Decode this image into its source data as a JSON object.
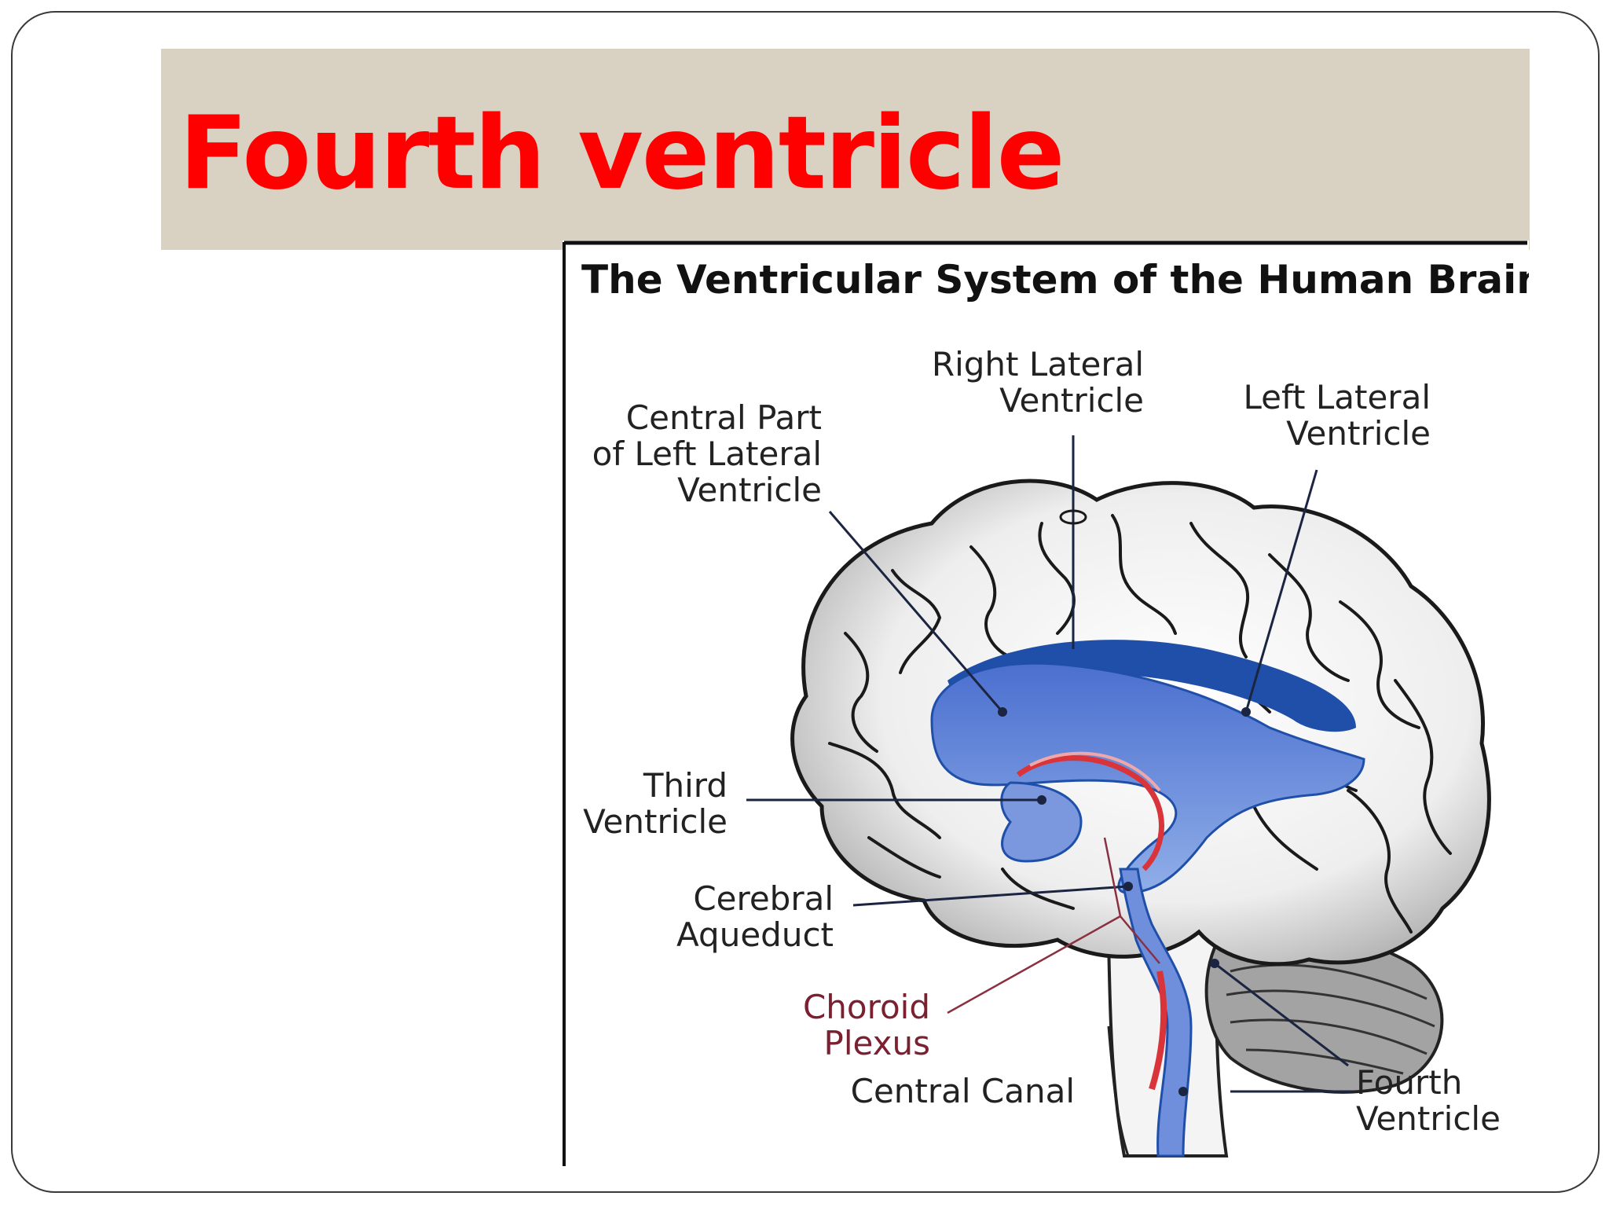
{
  "slide": {
    "title": "Fourth ventricle",
    "title_color": "#ff0000",
    "band_color": "#d9d1c2"
  },
  "diagram": {
    "title": "The Ventricular System of the Human Brain",
    "labels": {
      "central_part_1": "Central Part",
      "central_part_2": "of Left Lateral",
      "central_part_3": "Ventricle",
      "right_lateral_1": "Right Lateral",
      "right_lateral_2": "Ventricle",
      "left_lateral_1": "Left Lateral",
      "left_lateral_2": "Ventricle",
      "third_1": "Third",
      "third_2": "Ventricle",
      "aqueduct_1": "Cerebral",
      "aqueduct_2": "Aqueduct",
      "choroid_1": "Choroid",
      "choroid_2": "Plexus",
      "central_canal": "Central Canal",
      "fourth_1": "Fourth",
      "fourth_2": "Ventricle"
    },
    "colors": {
      "ventricle": "#6f8fdc",
      "ventricle_dark": "#1f4fa8",
      "choroid": "#d8343a",
      "brain": "#efefef",
      "cerebellum": "#9a9a9a"
    }
  }
}
